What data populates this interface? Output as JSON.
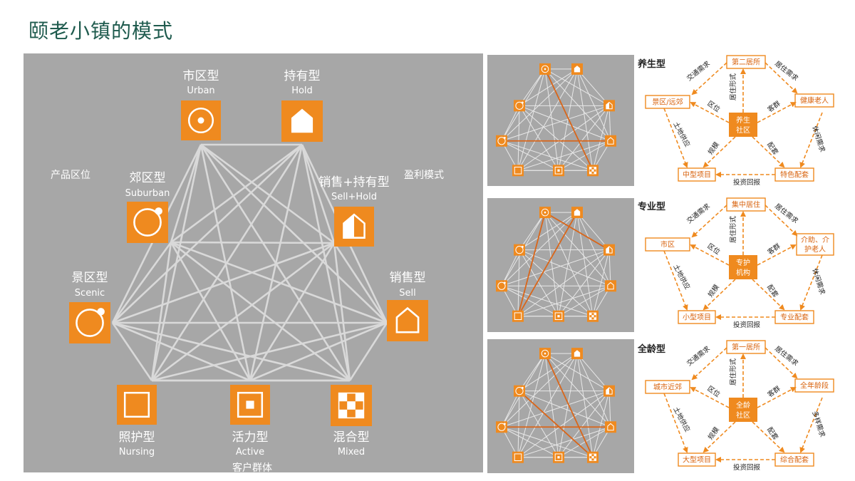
{
  "title": "颐老小镇的模式",
  "main_diagram": {
    "axis_product": "产品区位",
    "axis_profit": "盈利模式",
    "axis_customer": "客户群体",
    "nodes": [
      {
        "id": "urban",
        "cn": "市区型",
        "en": "Urban",
        "icon": "target-icon"
      },
      {
        "id": "hold",
        "cn": "持有型",
        "en": "Hold",
        "icon": "house-filled-icon"
      },
      {
        "id": "suburban",
        "cn": "郊区型",
        "en": "Suburban",
        "icon": "ring-dot-icon"
      },
      {
        "id": "sellhold",
        "cn": "销售+持有型",
        "en": "Sell+Hold",
        "icon": "house-half-icon"
      },
      {
        "id": "scenic",
        "cn": "景区型",
        "en": "Scenic",
        "icon": "ring-dot-icon"
      },
      {
        "id": "sell",
        "cn": "销售型",
        "en": "Sell",
        "icon": "house-outline-icon"
      },
      {
        "id": "nursing",
        "cn": "照护型",
        "en": "Nursing",
        "icon": "square-outline-icon"
      },
      {
        "id": "active",
        "cn": "活力型",
        "en": "Active",
        "icon": "square-dot-icon"
      },
      {
        "id": "mixed",
        "cn": "混合型",
        "en": "Mixed",
        "icon": "checker-icon"
      }
    ]
  },
  "types": [
    {
      "name": "养生型",
      "center": [
        "养生",
        "社区"
      ],
      "top": "第二居所",
      "left": "景区/远郊",
      "right": "健康老人",
      "bottom_left": "中型项目",
      "bottom_right": "特色配套",
      "e_tl": "交通需求",
      "e_tr": "居住需求",
      "e_cl": "区位",
      "e_ct": "居住形式",
      "e_cr": "客群",
      "e_ll": "土地供应",
      "e_cbl": "规模",
      "e_cbr": "配套",
      "e_rr": "休闲需求",
      "e_bottom": "投资回报"
    },
    {
      "name": "专业型",
      "center": [
        "专护",
        "机构"
      ],
      "top": "集中居住",
      "left": "市区",
      "right": "介助、介护老人",
      "bottom_left": "小型项目",
      "bottom_right": "专业配套",
      "e_tl": "交通需求",
      "e_tr": "居住需求",
      "e_cl": "区位",
      "e_ct": "居住形式",
      "e_cr": "客群",
      "e_ll": "土地供应",
      "e_cbl": "规模",
      "e_cbr": "配套",
      "e_rr": "休闲需求",
      "e_bottom": "投资回报"
    },
    {
      "name": "全龄型",
      "center": [
        "全龄",
        "社区"
      ],
      "top": "第一居所",
      "left": "城市近郊",
      "right": "全年龄段",
      "bottom_left": "大型项目",
      "bottom_right": "综合配套",
      "e_tl": "交通需求",
      "e_tr": "居住需求",
      "e_cl": "区位",
      "e_ct": "居住形式",
      "e_cr": "客群",
      "e_ll": "土地供应",
      "e_cbl": "规模",
      "e_cbr": "配套",
      "e_rr": "多样需求",
      "e_bottom": "投资回报"
    }
  ],
  "colors": {
    "orange": "#ef8a1f",
    "panel_gray": "#a7a7a7",
    "title": "#1f5b4e"
  }
}
